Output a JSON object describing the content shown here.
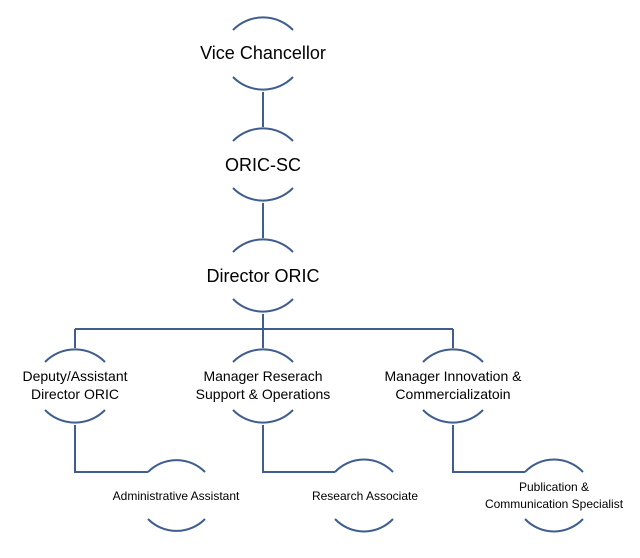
{
  "org_chart": {
    "nodes": {
      "vc": {
        "lines": [
          "Vice Chancellor"
        ]
      },
      "oric_sc": {
        "lines": [
          "ORIC-SC"
        ]
      },
      "director": {
        "lines": [
          "Director ORIC"
        ]
      },
      "deputy": {
        "lines": [
          "Deputy/Assistant",
          "Director ORIC"
        ]
      },
      "manager_research": {
        "lines": [
          "Manager Reserach",
          "Support & Operations"
        ]
      },
      "manager_innovation": {
        "lines": [
          "Manager Innovation &",
          "Commercializatoin"
        ]
      },
      "admin_assistant": {
        "lines": [
          "Administrative Assistant"
        ]
      },
      "research_associate": {
        "lines": [
          "Research Associate"
        ]
      },
      "publication_specialist": {
        "lines": [
          "Publication &",
          "Communication Specialist"
        ]
      }
    },
    "edges": [
      [
        "vc",
        "oric_sc"
      ],
      [
        "oric_sc",
        "director"
      ],
      [
        "director",
        "deputy"
      ],
      [
        "director",
        "manager_research"
      ],
      [
        "director",
        "manager_innovation"
      ],
      [
        "deputy",
        "admin_assistant"
      ],
      [
        "manager_research",
        "research_associate"
      ],
      [
        "manager_innovation",
        "publication_specialist"
      ]
    ]
  }
}
